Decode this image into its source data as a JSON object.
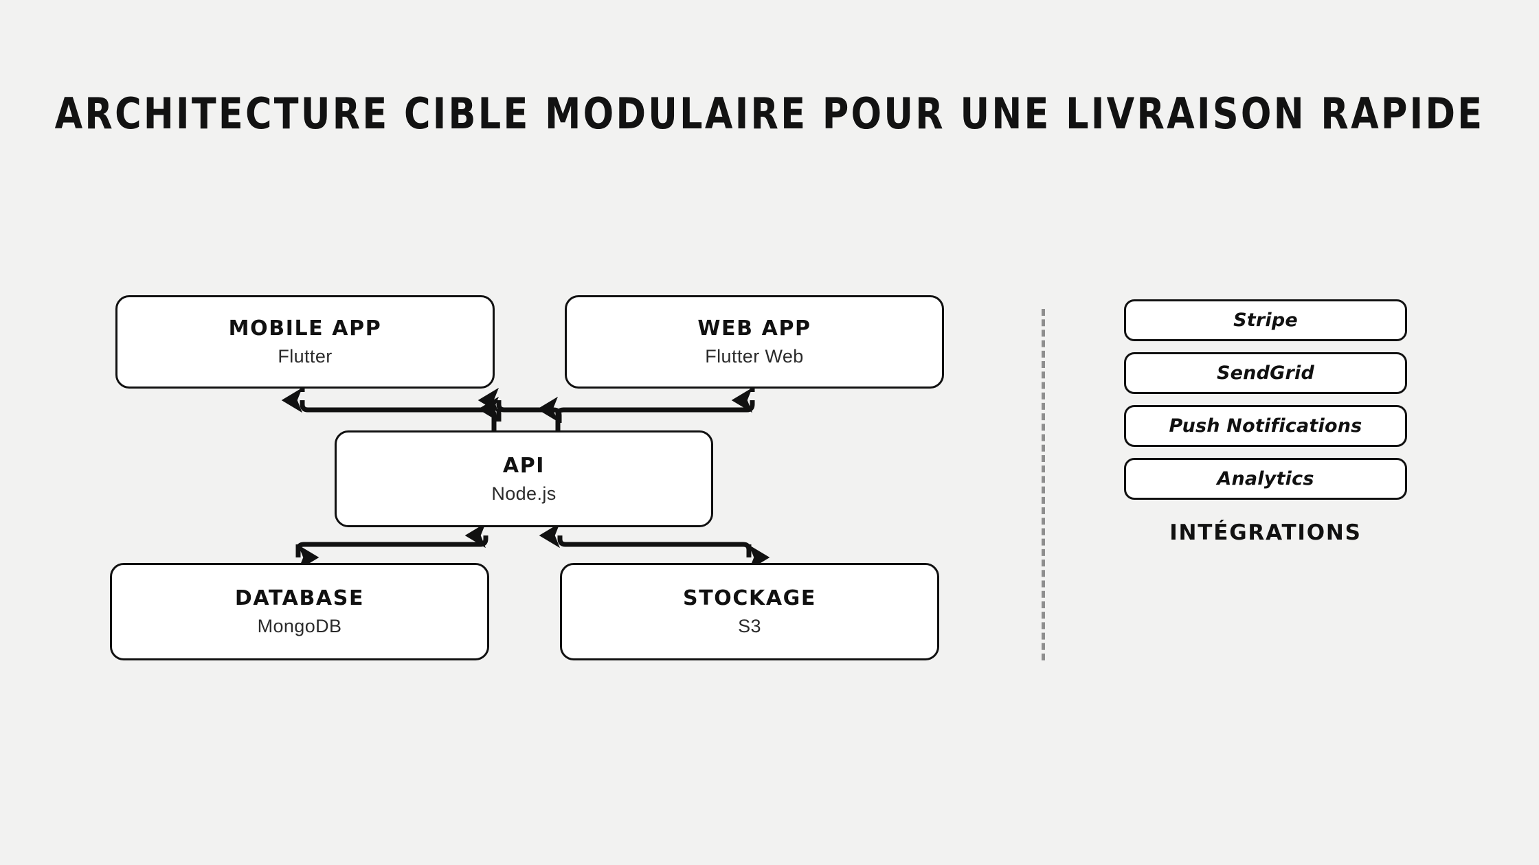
{
  "page": {
    "background_color": "#f2f2f1",
    "title": "ARCHITECTURE CIBLE MODULAIRE POUR UNE LIVRAISON RAPIDE"
  },
  "nodes": {
    "mobile": {
      "title": "MOBILE APP",
      "sub": "Flutter"
    },
    "web": {
      "title": "WEB APP",
      "sub": "Flutter Web"
    },
    "api": {
      "title": "API",
      "sub": "Node.js"
    },
    "database": {
      "title": "DATABASE",
      "sub": "MongoDB"
    },
    "storage": {
      "title": "STOCKAGE",
      "sub": "S3"
    }
  },
  "integrations": {
    "caption": "INTÉGRATIONS",
    "items": [
      {
        "label": "Stripe"
      },
      {
        "label": "SendGrid"
      },
      {
        "label": "Push Notifications"
      },
      {
        "label": "Analytics"
      }
    ]
  },
  "diagram_data": {
    "type": "diagram",
    "node_shape": "rounded-rectangle",
    "node_fill": "#ffffff",
    "node_stroke": "#111111",
    "divider_style": "dashed-vertical",
    "divider_color": "#8e8e8e",
    "connectors": [
      {
        "from": "api",
        "to": "mobile",
        "style": "bidirectional-elbow"
      },
      {
        "from": "api",
        "to": "web",
        "style": "bidirectional-elbow"
      },
      {
        "from": "api",
        "to": "database",
        "style": "bidirectional-elbow"
      },
      {
        "from": "api",
        "to": "storage",
        "style": "bidirectional-elbow"
      }
    ]
  }
}
